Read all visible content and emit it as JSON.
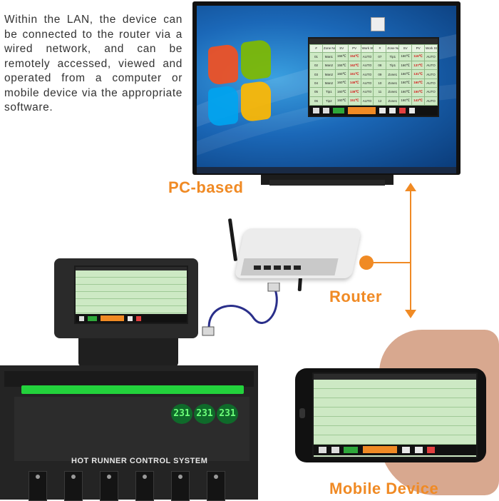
{
  "intro_text": "Within the LAN, the device can be connected to the router via a wired network, and can be remotely accessed, viewed and operated from a computer or mobile device via the appropriate software.",
  "labels": {
    "pc": "PC-based",
    "router": "Router",
    "mobile": "Mobile Device",
    "controller": "HOT RUNNER CONTROL SYSTEM"
  },
  "colors": {
    "accent": "#f08a24",
    "panel_bg": "#cde9c4",
    "pv": "#d42020",
    "unit_strip": "#23d23c"
  },
  "unit_displays": [
    "231",
    "231",
    "231"
  ],
  "panel": {
    "headers": [
      "#",
      "Zone Name",
      "SV",
      "PV",
      "Work Status",
      "#",
      "Zone Name",
      "SV",
      "PV",
      "Work Status"
    ],
    "rows": [
      [
        "01",
        "Man1",
        "155℃",
        "154℃",
        "AUTO",
        "07",
        "Tip1",
        "160℃",
        "116℃",
        "AUTO"
      ],
      [
        "02",
        "Man2",
        "155℃",
        "162℃",
        "AUTO",
        "08",
        "Tip1",
        "160℃",
        "137℃",
        "AUTO"
      ],
      [
        "03",
        "Man2",
        "160℃",
        "161℃",
        "AUTO",
        "09",
        "Zone1",
        "160℃",
        "131℃",
        "AUTO"
      ],
      [
        "04",
        "Man2",
        "160℃",
        "146℃",
        "AUTO",
        "10",
        "Zone1",
        "160℃",
        "160℃",
        "AUTO"
      ],
      [
        "05",
        "Tip1",
        "160℃",
        "138℃",
        "AUTO",
        "11",
        "Zone1",
        "160℃",
        "150℃",
        "AUTO"
      ],
      [
        "06",
        "Tip2",
        "160℃",
        "151℃",
        "AUTO",
        "12",
        "Zone1",
        "160℃",
        "143℃",
        "AUTO"
      ]
    ]
  }
}
